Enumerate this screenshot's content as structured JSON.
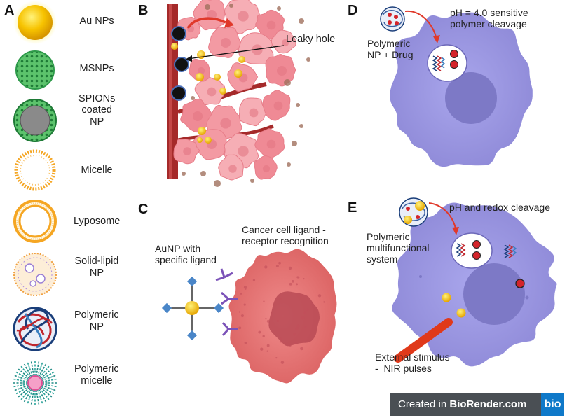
{
  "panels": {
    "a": "A",
    "b": "B",
    "c": "C",
    "d": "D",
    "e": "E"
  },
  "panel_a": {
    "labels": [
      "Au NPs",
      "MSNPs",
      "SPIONs\ncoated\nNP",
      "Micelle",
      "Lyposome",
      "Solid-lipid\nNP",
      "Polymeric\nNP",
      "Polymeric\nmicelle"
    ]
  },
  "panel_b": {
    "leaky_hole": "Leaky hole"
  },
  "panel_c": {
    "aunp_label": "AuNP with\nspecific ligand",
    "recognition_label": "Cancer cell ligand -\nreceptor recognition"
  },
  "panel_d": {
    "np_label": "Polymeric\nNP + Drug",
    "cleavage_label": "pH = 4.0 sensitive\npolymer cleavage"
  },
  "panel_e": {
    "system_label": "Polymeric\nmultifunctional\nsystem",
    "cleavage_label": "pH and redox cleavage",
    "stimulus_label": "External stimulus\n-  NIR pulses"
  },
  "badge": {
    "created_in": "Created in",
    "brand": "BioRender.com",
    "bio": "bio"
  },
  "colors": {
    "gold": "#f5b800",
    "msnp_green": "#2e9a4a",
    "cell_purple": "#9b97e0",
    "cancer_red": "#e06a6a",
    "vessel_red": "#8a1f1f",
    "tumor_pink": "#f4a0a8",
    "arrow_red": "#e0392b",
    "badge_gray": "#4a4f54",
    "badge_blue": "#0f79c9"
  }
}
